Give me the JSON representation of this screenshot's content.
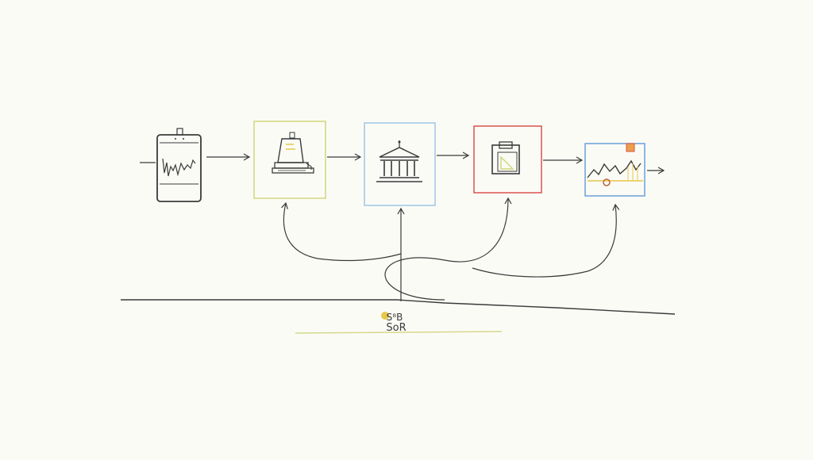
{
  "diagram": {
    "caption": "S⁸B",
    "caption_line2": "SoR",
    "stroke_color": "#3a3a3a",
    "nodes": [
      {
        "id": "phone",
        "icon": "phone-chart-icon",
        "frame_color": "#3a3a3a"
      },
      {
        "id": "stack",
        "icon": "document-stack-icon",
        "frame_color": "#cfd67a"
      },
      {
        "id": "bank",
        "icon": "bank-building-icon",
        "frame_color": "#9fc6e6"
      },
      {
        "id": "clipboard",
        "icon": "clipboard-icon",
        "frame_color": "#d9534f"
      },
      {
        "id": "chart",
        "icon": "line-chart-icon",
        "frame_color": "#6aa0d8"
      }
    ],
    "accent_colors": {
      "yellow": "#e8c84a",
      "red": "#d9534f",
      "underline": "#d4d98a"
    }
  }
}
